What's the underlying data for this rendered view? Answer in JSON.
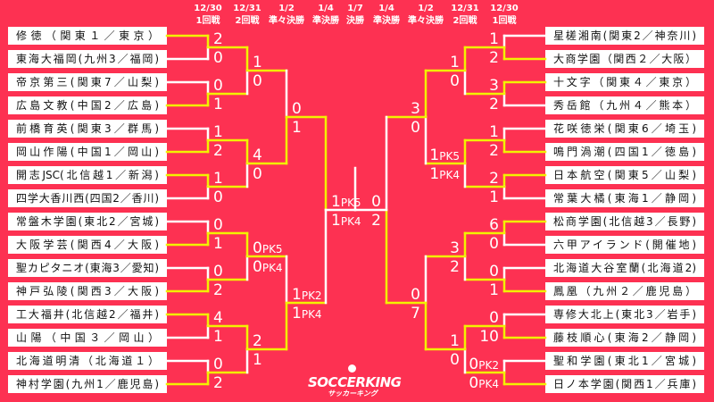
{
  "colors": {
    "background": "#fd3152",
    "winner_line": "#f2f200",
    "line": "#ffffff",
    "box": "#ffffff"
  },
  "header": {
    "columns": [
      {
        "date": "12/30",
        "round": "1回戦"
      },
      {
        "date": "12/31",
        "round": "2回戦"
      },
      {
        "date": "1/2",
        "round": "準々決勝"
      },
      {
        "date": "1/4",
        "round": "準決勝"
      },
      {
        "date": "1/7",
        "round": "決勝"
      },
      {
        "date": "1/4",
        "round": "準決勝"
      },
      {
        "date": "1/2",
        "round": "準々決勝"
      },
      {
        "date": "12/31",
        "round": "2回戦"
      },
      {
        "date": "12/30",
        "round": "1回戦"
      }
    ]
  },
  "left": {
    "teams": [
      "修徳（関東１／東京）",
      "東海大福岡(九州3／福岡)",
      "帝京第三(関東7／山梨)",
      "広島文教(中国2／広島)",
      "前橋育英(関東3／群馬)",
      "岡山作陽(中国1／岡山)",
      "開志JSC(北信越1／新潟)",
      "四学大香川西(四国2／香川)",
      "常盤木学園(東北2／宮城)",
      "大阪学芸(関西4／大阪)",
      "聖カピタニオ(東海3／愛知)",
      "神戸弘陵(関西3／大阪)",
      "工大福井(北信越2／福井)",
      "山陽（中国３／岡山）",
      "北海道明清（北海道１）",
      "神村学園(九州1／鹿児島)"
    ],
    "rounds": [
      [
        {
          "top": "2",
          "bottom": "0",
          "winner": "top"
        },
        {
          "top": "0",
          "bottom": "1",
          "winner": "bottom"
        },
        {
          "top": "1",
          "bottom": "2",
          "winner": "bottom"
        },
        {
          "top": "1",
          "bottom": "0",
          "winner": "top"
        },
        {
          "top": "0",
          "bottom": "1",
          "winner": "bottom"
        },
        {
          "top": "0",
          "bottom": "2",
          "winner": "bottom"
        },
        {
          "top": "4",
          "bottom": "1",
          "winner": "top"
        },
        {
          "top": "0",
          "bottom": "2",
          "winner": "bottom"
        }
      ],
      [
        {
          "top": "1",
          "bottom": "0",
          "winner": "top"
        },
        {
          "top": "4",
          "bottom": "0",
          "winner": "top"
        },
        {
          "top": "0",
          "top_pk": "PK5",
          "bottom": "0",
          "bottom_pk": "PK4",
          "winner": "top"
        },
        {
          "top": "2",
          "bottom": "1",
          "winner": "top"
        }
      ],
      [
        {
          "top": "0",
          "bottom": "1",
          "winner": "bottom"
        },
        {
          "top": "1",
          "top_pk": "PK2",
          "bottom": "1",
          "bottom_pk": "PK4",
          "winner": "bottom"
        }
      ],
      [
        {
          "top": "1",
          "top_pk": "PK5",
          "bottom": "1",
          "bottom_pk": "PK4",
          "winner": "top"
        }
      ]
    ]
  },
  "right": {
    "teams": [
      "星槎湘南(関東2／神奈川)",
      "大商学園（関西２／大阪）",
      "十文字（関東４／東京）",
      "秀岳館（九州４／熊本）",
      "花咲徳栄(関東6／埼玉)",
      "鳴門渦潮(四国1／徳島)",
      "日本航空(関東5／山梨)",
      "常葉大橘(東海1／静岡)",
      "松商学園(北信越3／長野)",
      "六甲アイランド(開催地)",
      "北海道大谷室蘭(北海道2)",
      "鳳凰（九州２／鹿児島）",
      "専修大北上(東北3／岩手)",
      "藤枝順心(東海2／静岡)",
      "聖和学園(東北1／宮城)",
      "日ノ本学園(関西1／兵庫)"
    ],
    "rounds": [
      [
        {
          "top": "1",
          "bottom": "2",
          "winner": "bottom"
        },
        {
          "top": "3",
          "bottom": "2",
          "winner": "top"
        },
        {
          "top": "1",
          "bottom": "2",
          "winner": "bottom"
        },
        {
          "top": "2",
          "bottom": "1",
          "winner": "top"
        },
        {
          "top": "6",
          "bottom": "0",
          "winner": "top"
        },
        {
          "top": "0",
          "bottom": "1",
          "winner": "bottom"
        },
        {
          "top": "0",
          "bottom": "10",
          "winner": "bottom"
        },
        {
          "top": "0",
          "top_pk": "PK2",
          "bottom": "0",
          "bottom_pk": "PK4",
          "winner": "bottom"
        }
      ],
      [
        {
          "top": "1",
          "bottom": "0",
          "winner": "top"
        },
        {
          "top": "1",
          "top_pk": "PK5",
          "bottom": "1",
          "bottom_pk": "PK4",
          "winner": "top"
        },
        {
          "top": "3",
          "bottom": "2",
          "winner": "top"
        },
        {
          "top": "1",
          "bottom": "0",
          "winner": "top"
        }
      ],
      [
        {
          "top": "3",
          "bottom": "0",
          "winner": "top"
        },
        {
          "top": "0",
          "bottom": "7",
          "winner": "bottom"
        }
      ],
      [
        {
          "top": "0",
          "bottom": "2",
          "winner": "bottom"
        }
      ]
    ]
  },
  "logo": {
    "main": "SOCCERKING",
    "sub": "サッカーキング"
  }
}
